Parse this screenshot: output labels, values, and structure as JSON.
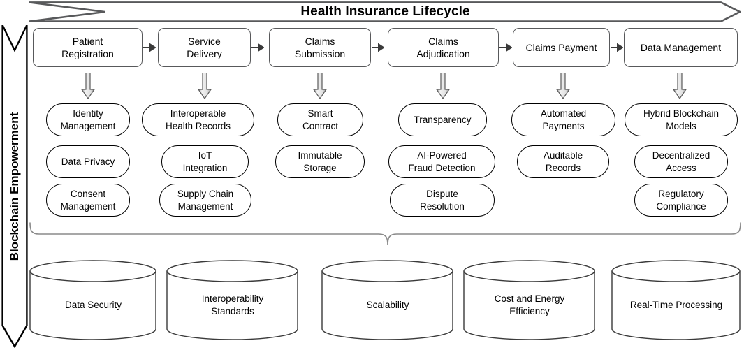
{
  "banner": {
    "title": "Health Insurance Lifecycle",
    "shape": "chevron-arrow-right",
    "stroke": "#58595b"
  },
  "left_axis": {
    "label": "Blockchain Empowerment",
    "shape": "vertical-double-chevron-arrow-down",
    "stroke": "#000000"
  },
  "lifecycle": {
    "stages": [
      {
        "label": "Patient\nRegistration",
        "line1": "Patient",
        "line2": "Registration"
      },
      {
        "label": "Service\nDelivery",
        "line1": "Service",
        "line2": "Delivery"
      },
      {
        "label": "Claims\nSubmission",
        "line1": "Claims",
        "line2": "Submission"
      },
      {
        "label": "Claims\nAdjudication",
        "line1": "Claims",
        "line2": "Adjudication"
      },
      {
        "label": "Claims Payment",
        "line1": "Claims Payment",
        "line2": ""
      },
      {
        "label": "Data Management",
        "line1": "Data Management",
        "line2": ""
      }
    ]
  },
  "columns": [
    {
      "stage": "Patient Registration",
      "features": [
        {
          "line1": "Identity",
          "line2": "Management"
        },
        {
          "line1": "Data Privacy",
          "line2": ""
        },
        {
          "line1": "Consent",
          "line2": "Management"
        }
      ]
    },
    {
      "stage": "Service Delivery",
      "features": [
        {
          "line1": "Interoperable",
          "line2": "Health Records"
        },
        {
          "line1": "IoT",
          "line2": "Integration"
        },
        {
          "line1": "Supply Chain",
          "line2": "Management"
        }
      ]
    },
    {
      "stage": "Claims Submission",
      "features": [
        {
          "line1": "Smart",
          "line2": "Contract"
        },
        {
          "line1": "Immutable",
          "line2": "Storage"
        }
      ]
    },
    {
      "stage": "Claims Adjudication",
      "features": [
        {
          "line1": "Transparency",
          "line2": ""
        },
        {
          "line1": "AI-Powered",
          "line2": "Fraud Detection"
        },
        {
          "line1": "Dispute",
          "line2": "Resolution"
        }
      ]
    },
    {
      "stage": "Claims Payment",
      "features": [
        {
          "line1": "Automated",
          "line2": "Payments"
        },
        {
          "line1": "Auditable",
          "line2": "Records"
        }
      ]
    },
    {
      "stage": "Data Management",
      "features": [
        {
          "line1": "Hybrid Blockchain",
          "line2": "Models"
        },
        {
          "line1": "Decentralized",
          "line2": "Access"
        },
        {
          "line1": "Regulatory",
          "line2": "Compliance"
        }
      ]
    }
  ],
  "foundation": {
    "shape": "cylinder",
    "items": [
      {
        "line1": "Data Security",
        "line2": ""
      },
      {
        "line1": "Interoperability",
        "line2": "Standards"
      },
      {
        "line1": "Scalability",
        "line2": ""
      },
      {
        "line1": "Cost and Energy",
        "line2": "Efficiency"
      },
      {
        "line1": "Real-Time Processing",
        "line2": ""
      }
    ]
  },
  "colors": {
    "stage_border": "#58595b",
    "pill_border": "#000000",
    "cylinder_border": "#3a3a3a",
    "brace": "#7a7a7a",
    "arrow_fill": "#e8e8e8",
    "arrow_stroke": "#4a4a4a",
    "background": "#ffffff"
  }
}
